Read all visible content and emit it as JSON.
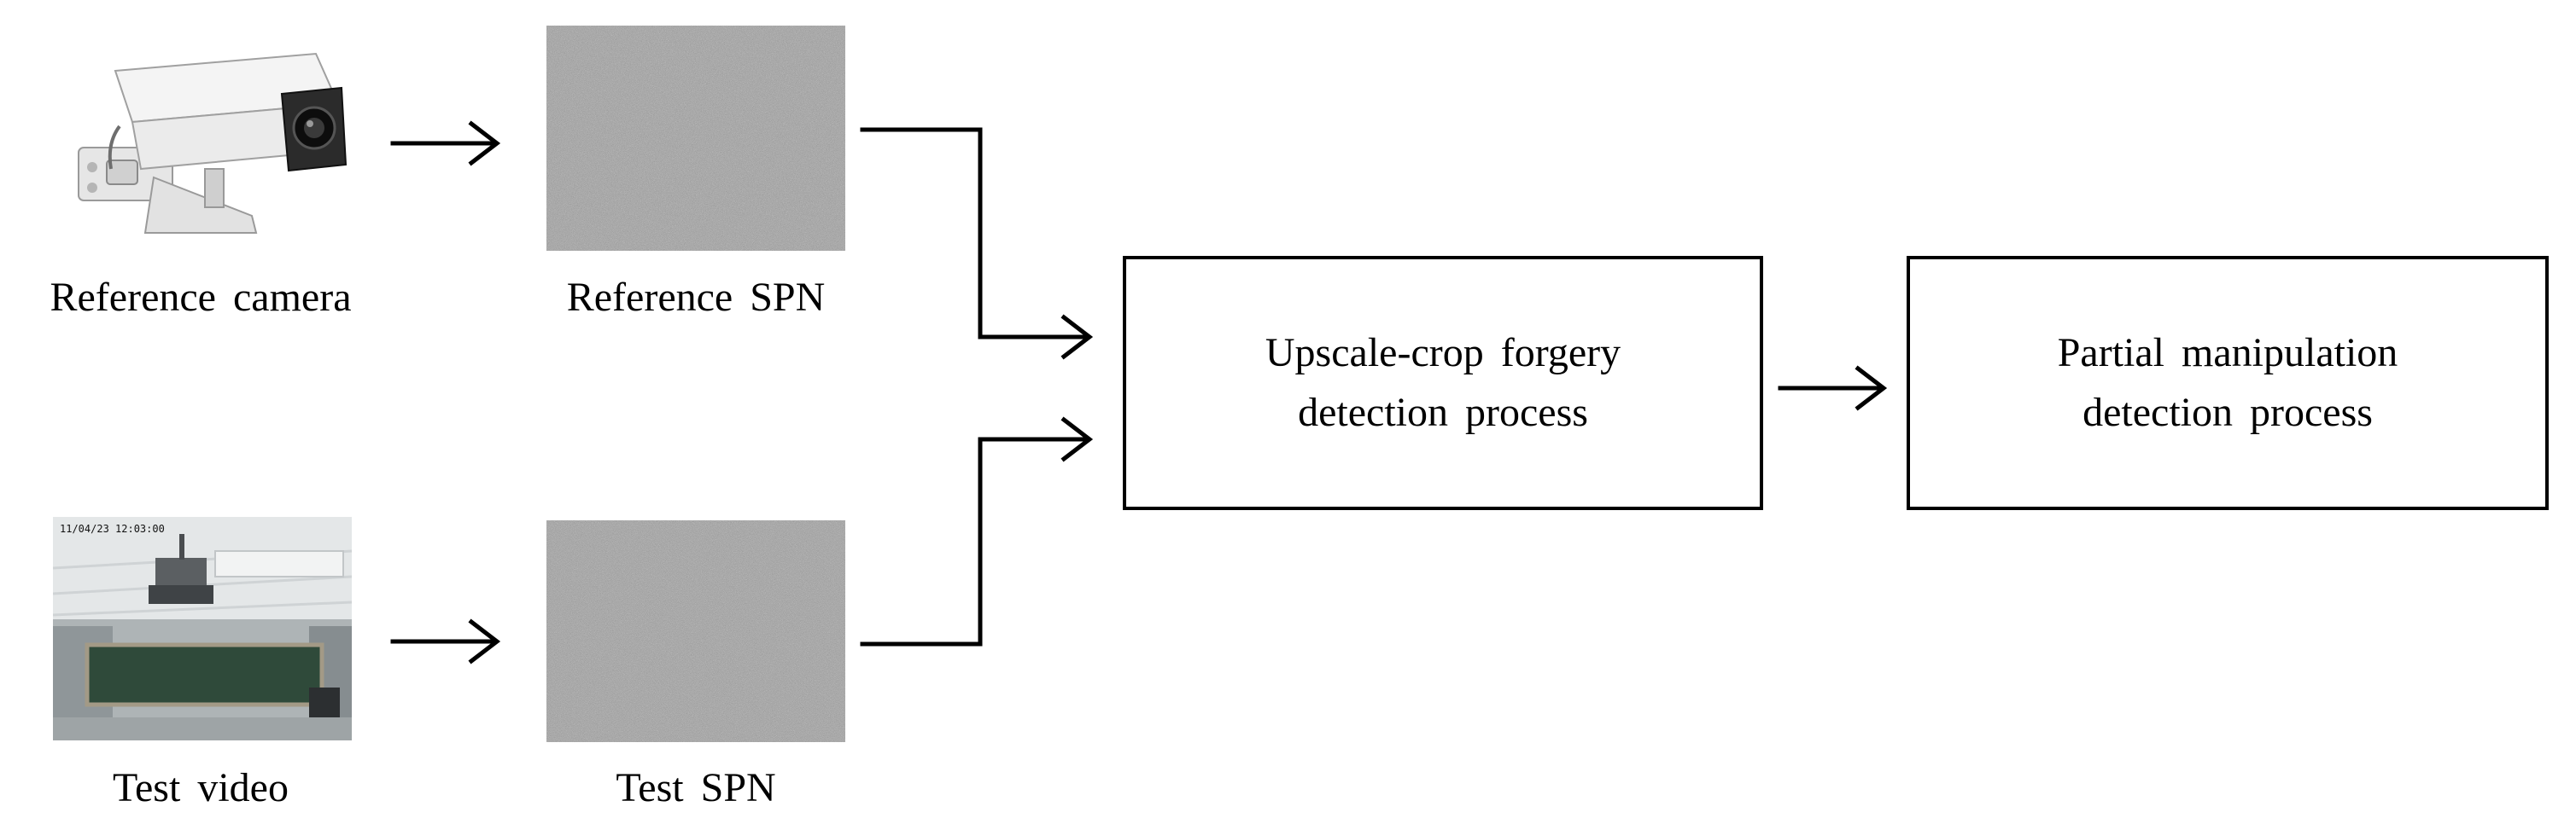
{
  "labels": {
    "reference_camera": "Reference camera",
    "reference_spn": "Reference SPN",
    "test_video": "Test video",
    "test_spn": "Test SPN"
  },
  "boxes": {
    "upscale_crop": {
      "line1": "Upscale-crop forgery",
      "line2": "detection process"
    },
    "partial_manipulation": {
      "line1": "Partial manipulation",
      "line2": "detection process"
    }
  },
  "video_overlay": {
    "timestamp": "11/04/23 12:03:00"
  },
  "icons": {
    "camera": "security-camera-icon",
    "video": "classroom-video-frame",
    "noise": "spn-noise-pattern"
  },
  "colors": {
    "stroke": "#000000",
    "noise_base": "#8e8e8e",
    "board": "#2f4a3a"
  }
}
